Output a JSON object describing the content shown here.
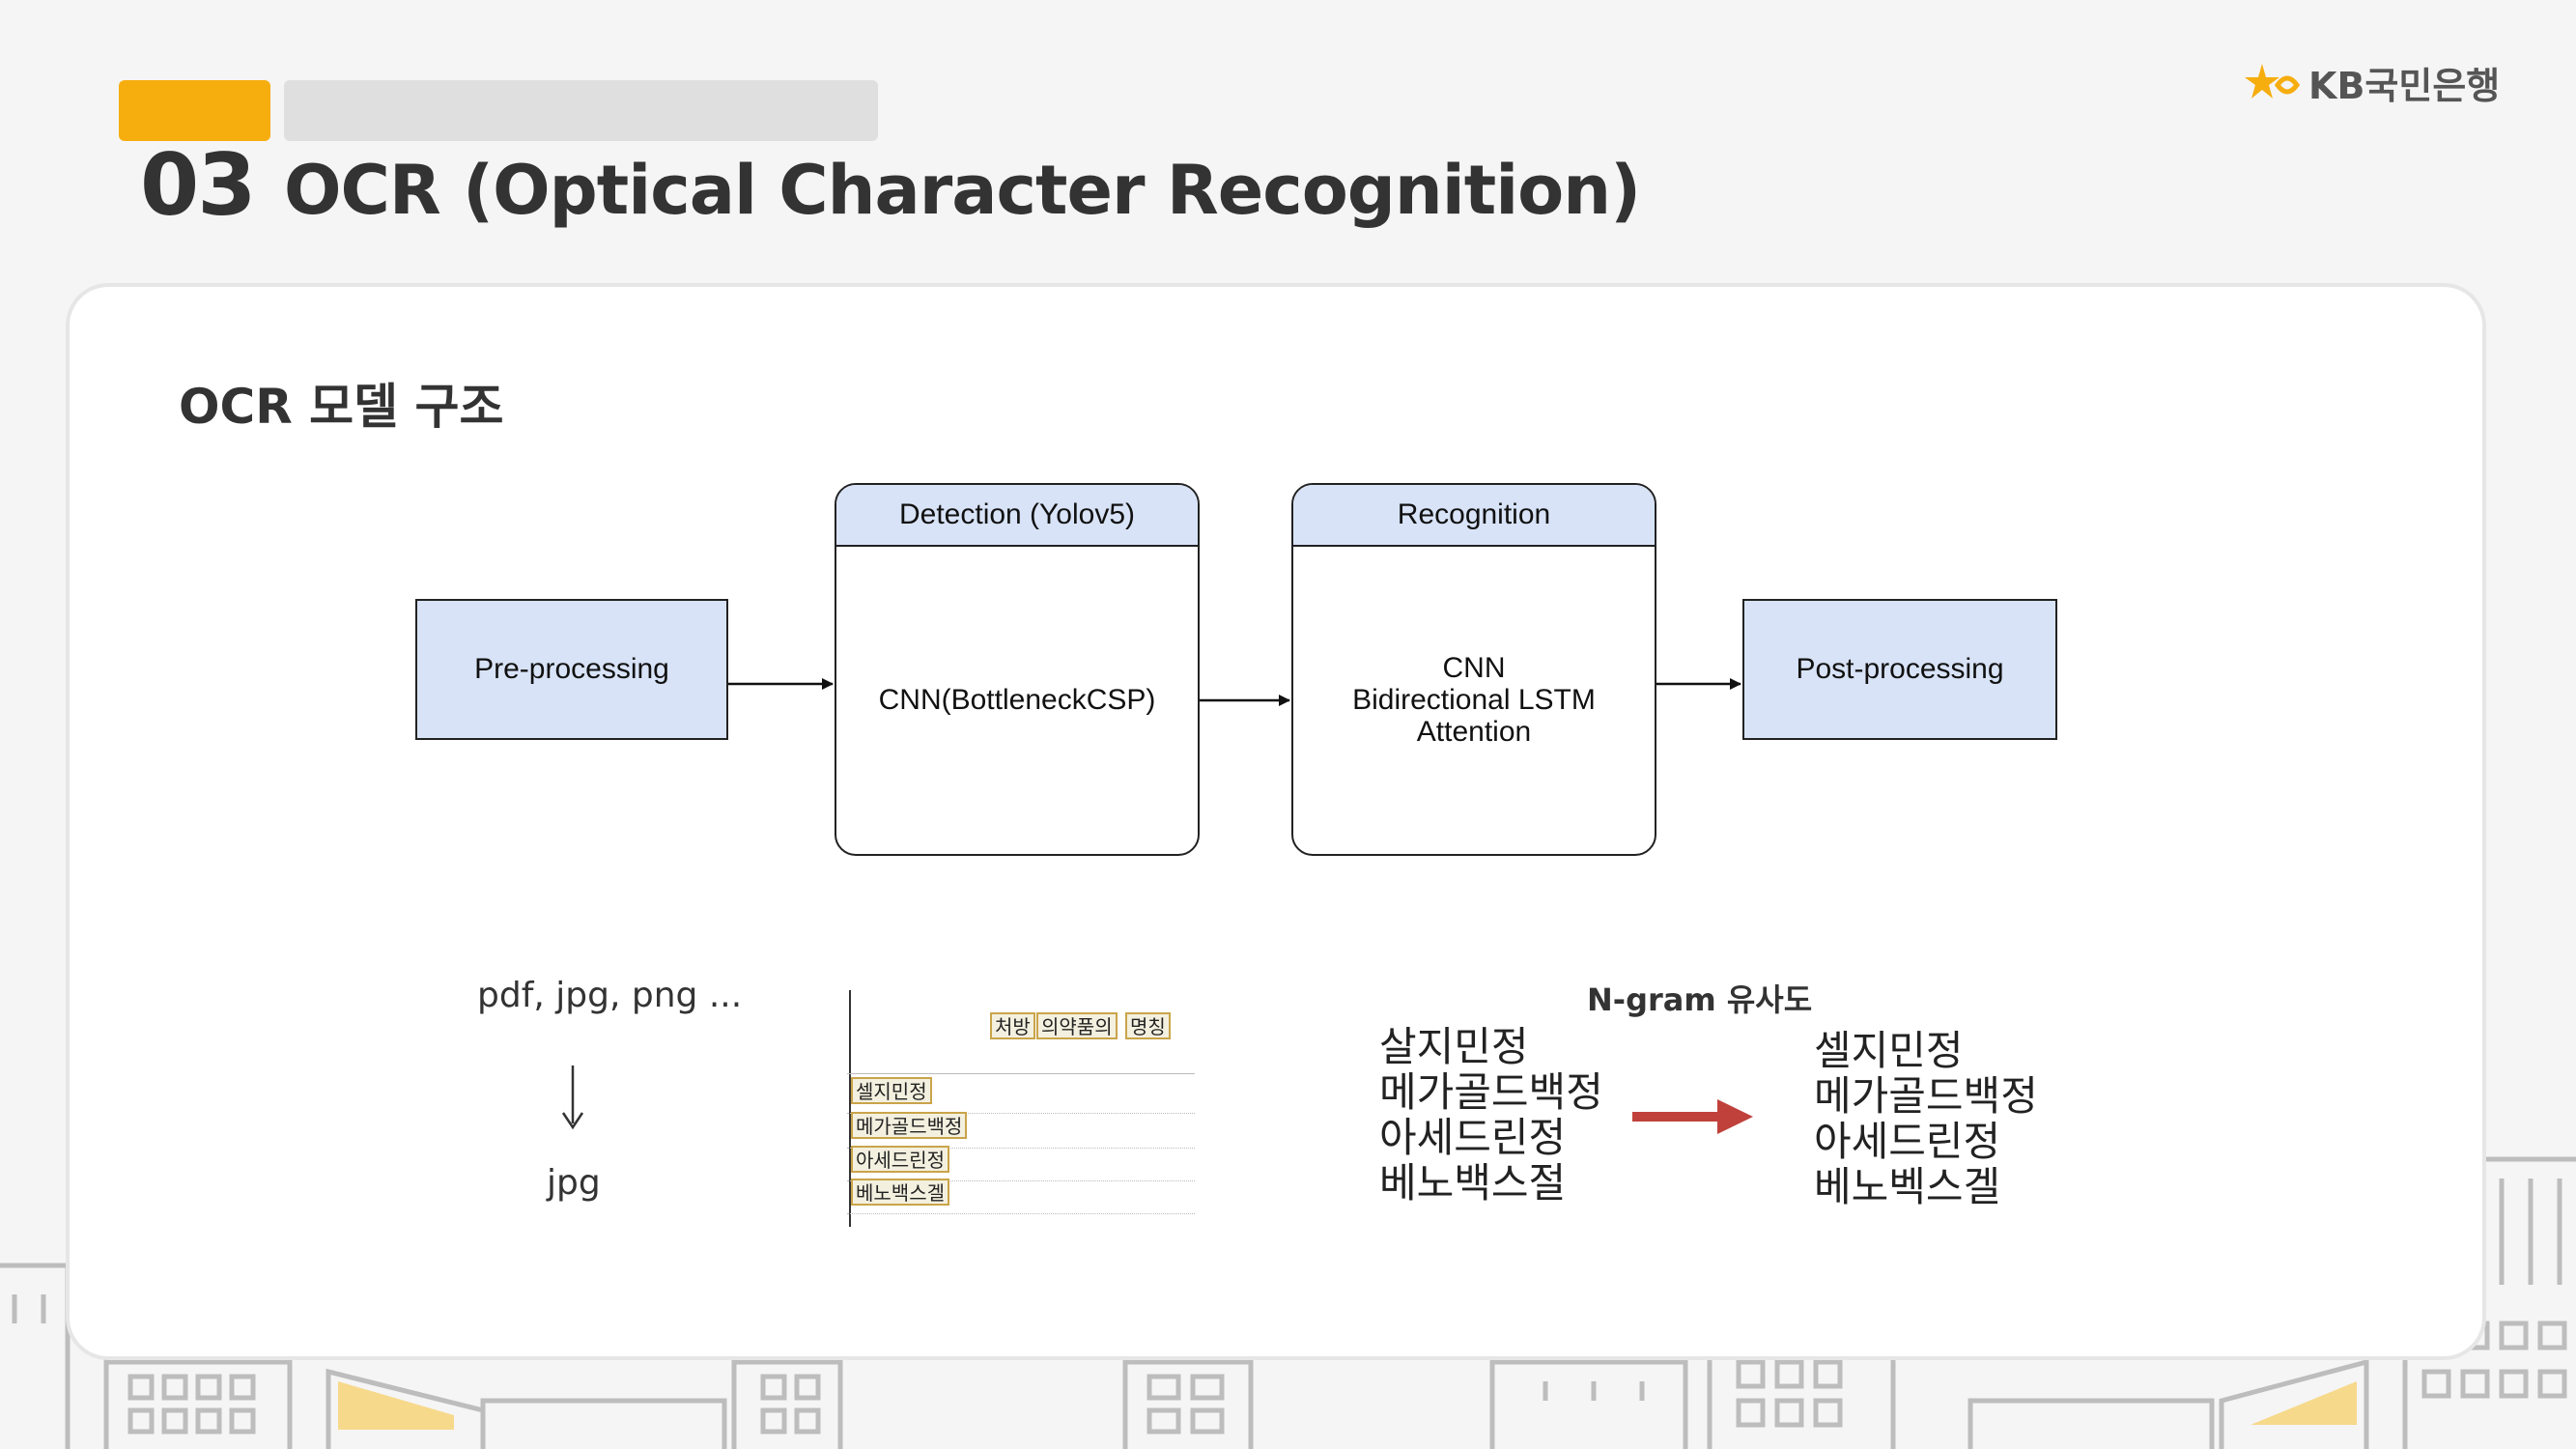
{
  "header": {
    "section_number": "03",
    "section_title": "OCR (Optical Character Recognition)",
    "logo_text": "KB국민은행"
  },
  "card": {
    "title": "OCR 모델 구조"
  },
  "diagram": {
    "preprocessing": "Pre-processing",
    "detection": {
      "header": "Detection (Yolov5)",
      "body": [
        "CNN(BottleneckCSP)"
      ]
    },
    "recognition": {
      "header": "Recognition",
      "body": [
        "CNN",
        "Bidirectional LSTM",
        "Attention"
      ]
    },
    "postprocessing": "Post-processing"
  },
  "input": {
    "formats": "pdf, jpg, png ...",
    "arrow": "↓",
    "output": "jpg"
  },
  "detection_crop": {
    "header_tags": [
      "처방",
      "의약품의",
      "명칭"
    ],
    "row_tags": [
      "셀지민정",
      "메가골드백정",
      "아세드린정",
      "베노백스겔"
    ]
  },
  "ngram": {
    "title": "N-gram 유사도",
    "before": [
      "살지민정",
      "메가골드백정",
      "아세드린정",
      "베노백스절"
    ],
    "after": [
      "셀지민정",
      "메가골드백정",
      "아세드린정",
      "베노벡스겔"
    ],
    "arrow_color": "#c0413b"
  },
  "colors": {
    "accent": "#f6ad0e",
    "box_fill": "#d8e3f7"
  }
}
